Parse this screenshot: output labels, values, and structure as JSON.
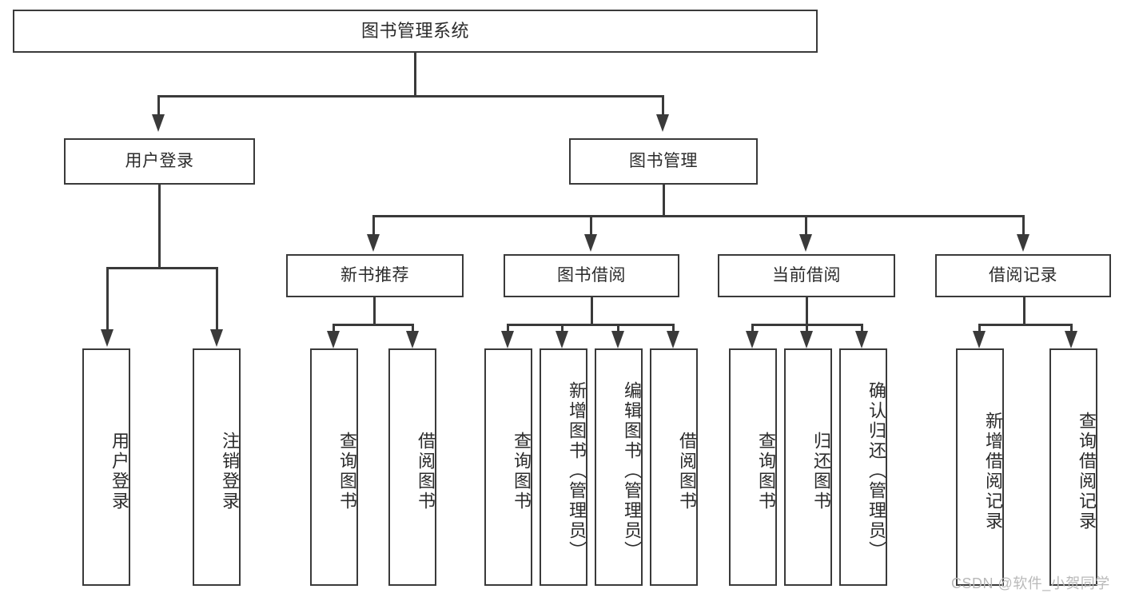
{
  "diagram": {
    "title": "图书管理系统",
    "type": "tree-hierarchy",
    "background_color": "#ffffff",
    "box_border_color": "#3a3a3a",
    "connector_color": "#3a3a3a",
    "text_color": "#2b2b2b",
    "root": {
      "label": "图书管理系统",
      "id": "root-system"
    },
    "level2": [
      {
        "id": "user-login",
        "label": "用户登录"
      },
      {
        "id": "book-management",
        "label": "图书管理"
      }
    ],
    "level3": [
      {
        "id": "new-book-recommend",
        "label": "新书推荐",
        "parent": "book-management"
      },
      {
        "id": "book-borrow",
        "label": "图书借阅",
        "parent": "book-management"
      },
      {
        "id": "current-borrow",
        "label": "当前借阅",
        "parent": "book-management"
      },
      {
        "id": "borrow-record",
        "label": "借阅记录",
        "parent": "book-management"
      }
    ],
    "leaves": {
      "user_login": [
        {
          "id": "leaf-user-login",
          "label": "用户登录"
        },
        {
          "id": "leaf-logout-login",
          "label": "注销登录"
        }
      ],
      "new_book_recommend": [
        {
          "id": "leaf-query-book-1",
          "label": "查询图书"
        },
        {
          "id": "leaf-borrow-book-1",
          "label": "借阅图书"
        }
      ],
      "book_borrow": [
        {
          "id": "leaf-query-book-2",
          "label": "查询图书"
        },
        {
          "id": "leaf-add-book",
          "label": "新增图书（管理员）"
        },
        {
          "id": "leaf-edit-book",
          "label": "编辑图书（管理员）"
        },
        {
          "id": "leaf-borrow-book-2",
          "label": "借阅图书"
        }
      ],
      "current_borrow": [
        {
          "id": "leaf-query-book-3",
          "label": "查询图书"
        },
        {
          "id": "leaf-return-book",
          "label": "归还图书"
        },
        {
          "id": "leaf-confirm-return",
          "label": "确认归还（管理员）"
        }
      ],
      "borrow_record": [
        {
          "id": "leaf-add-record",
          "label": "新增借阅记录"
        },
        {
          "id": "leaf-query-record",
          "label": "查询借阅记录"
        }
      ]
    }
  },
  "watermark": {
    "text": "CSDN @软件_小贺同学"
  }
}
